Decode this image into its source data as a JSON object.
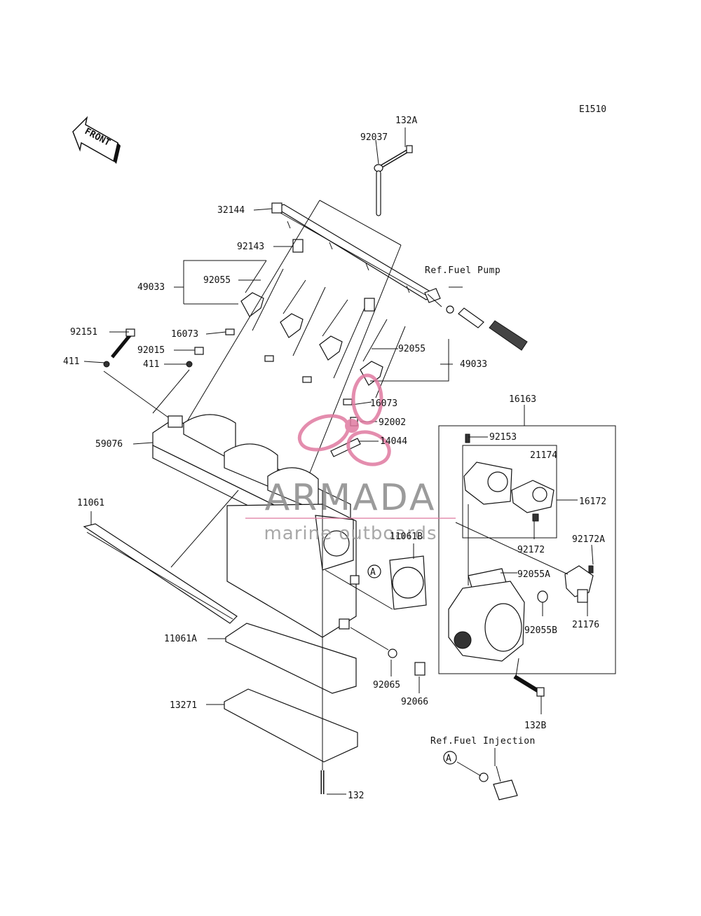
{
  "figure_code": "E1510",
  "front_label": "FRONT",
  "watermark": {
    "brand": "ARMADA",
    "tagline": "marine outboards",
    "brand_color": "#8a8a8a",
    "accent_color": "#e07aa0"
  },
  "refs": {
    "fuel_pump": "Ref.Fuel Pump",
    "fuel_injection": "Ref.Fuel Injection"
  },
  "callout_A": "A",
  "parts": {
    "p132A": "132A",
    "p92037": "92037",
    "p32144": "32144",
    "p92143": "92143",
    "p49033_left": "49033",
    "p92055_left": "92055",
    "p92151": "92151",
    "p16073_left": "16073",
    "p92015": "92015",
    "p411_left": "411",
    "p411_right": "411",
    "p92055_right": "92055",
    "p49033_right": "49033",
    "p16073_right": "16073",
    "p16163": "16163",
    "p92002": "92002",
    "p59076": "59076",
    "p14044": "14044",
    "p92153": "92153",
    "p21174": "21174",
    "p16172": "16172",
    "p11061": "11061",
    "p11061B": "11061B",
    "p92172": "92172",
    "p92172A": "92172A",
    "p92055A": "92055A",
    "p92055B": "92055B",
    "p21176": "21176",
    "p11061A": "11061A",
    "p92065": "92065",
    "p92066": "92066",
    "p13271": "13271",
    "p132B": "132B",
    "p132": "132"
  }
}
